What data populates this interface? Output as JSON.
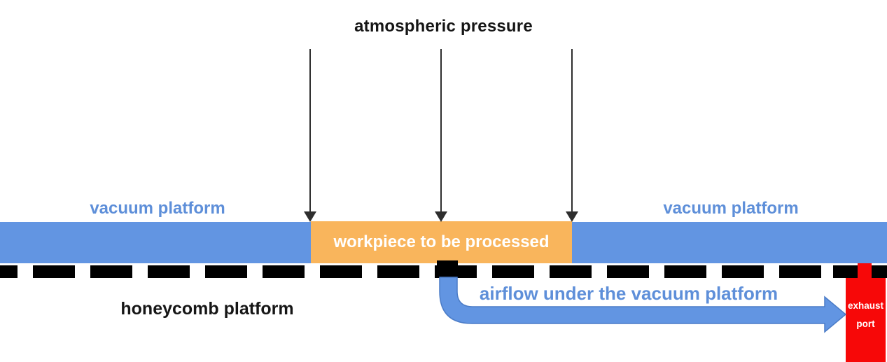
{
  "diagram": {
    "title": "atmospheric pressure",
    "labels": {
      "vacuum_platform_left": "vacuum platform",
      "vacuum_platform_right": "vacuum platform",
      "workpiece": "workpiece to be processed",
      "honeycomb": "honeycomb platform",
      "airflow": "airflow under the vacuum platform",
      "exhaust_line1": "exhaust",
      "exhaust_line2": "port"
    },
    "icons": {
      "pressure_arrows": "down-arrow-icon",
      "airflow_arrow": "elbow-right-arrow-icon"
    },
    "colors": {
      "platform_blue": "#6295e2",
      "label_blue": "#5e8fd9",
      "workpiece_orange": "#f9b55c",
      "exhaust_red": "#f70808",
      "dash_black": "#000000",
      "arrow_black": "#2e2e2e",
      "arrow_outline_blue": "#4b7cc7",
      "text_white": "#ffffff",
      "text_black": "#161616"
    }
  }
}
